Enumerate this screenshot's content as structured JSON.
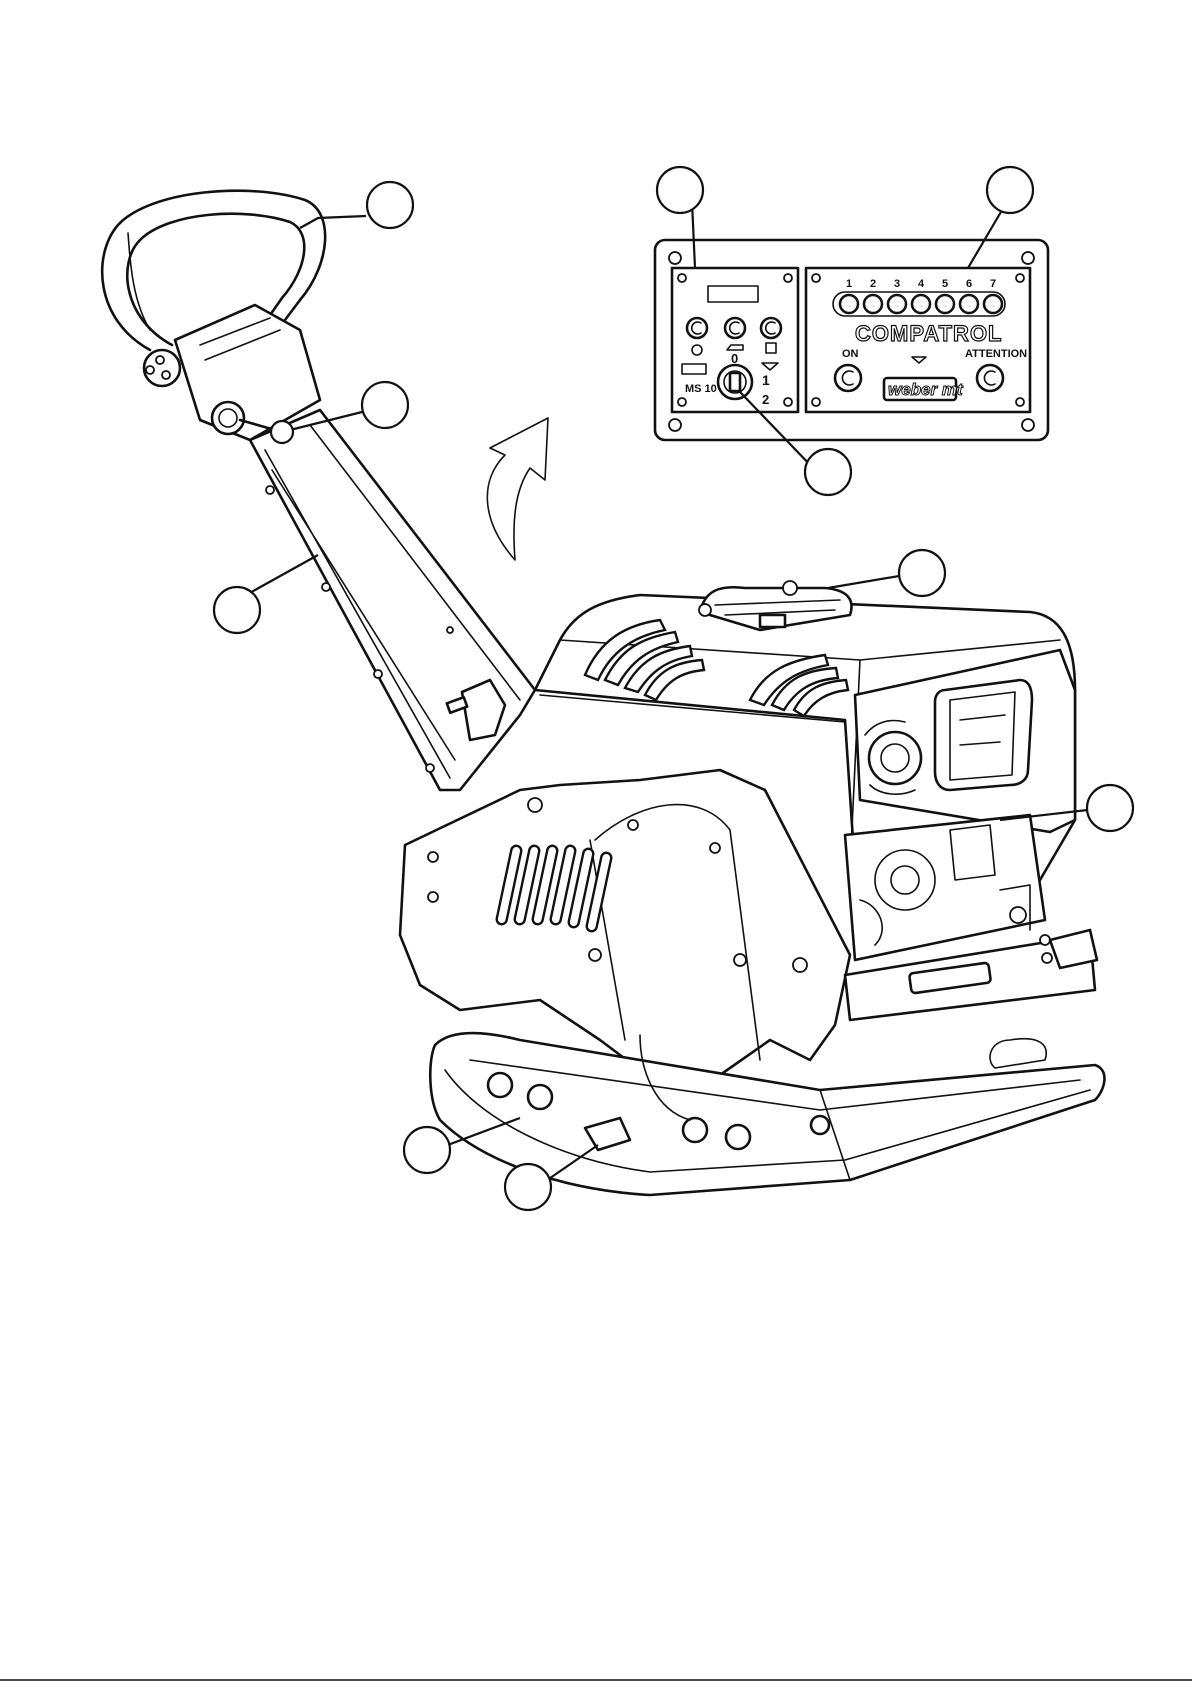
{
  "panel": {
    "brand_label": "COMPATROL",
    "logo_text": "weber mt",
    "on_label": "ON",
    "attention_label": "ATTENTION",
    "led_numbers": [
      "1",
      "2",
      "3",
      "4",
      "5",
      "6",
      "7"
    ],
    "model_label": "MS 10",
    "key_positions": [
      "0",
      "1",
      "2"
    ],
    "key_switch_icon": "ignition-key-icon",
    "button_icons": [
      "glow-plug-icon",
      "oil-can-icon",
      "fuel-icon"
    ]
  },
  "callouts": [
    {
      "name": "callout-handle-bar"
    },
    {
      "name": "callout-handle-lever"
    },
    {
      "name": "callout-guide-arm"
    },
    {
      "name": "callout-control-panel-left"
    },
    {
      "name": "callout-control-panel-right"
    },
    {
      "name": "callout-key-switch"
    },
    {
      "name": "callout-lifting-eye"
    },
    {
      "name": "callout-engine"
    },
    {
      "name": "callout-base-plate-bolts"
    },
    {
      "name": "callout-base-plate-lug"
    }
  ],
  "icons": {
    "arrow": "curved-up-arrow-icon"
  }
}
